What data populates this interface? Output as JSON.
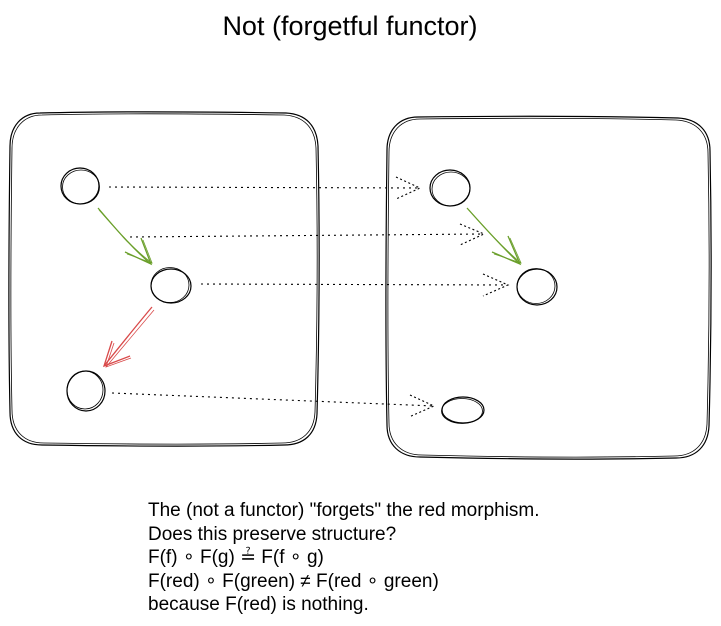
{
  "title": "Not (forgetful functor)",
  "caption": {
    "lines": [
      "The (not a functor) \"forgets\" the red morphism.",
      "Does this preserve structure?",
      "F(f) ∘ F(g) ≟ F(f ∘ g)",
      "F(red) ∘ F(green) ≠ F(red ∘ green)",
      "because F(red) is nothing."
    ]
  },
  "colors": {
    "stroke": "#000000",
    "green_morphism": "#6a9f2a",
    "red_morphism": "#d94a4a",
    "background": "#ffffff"
  }
}
